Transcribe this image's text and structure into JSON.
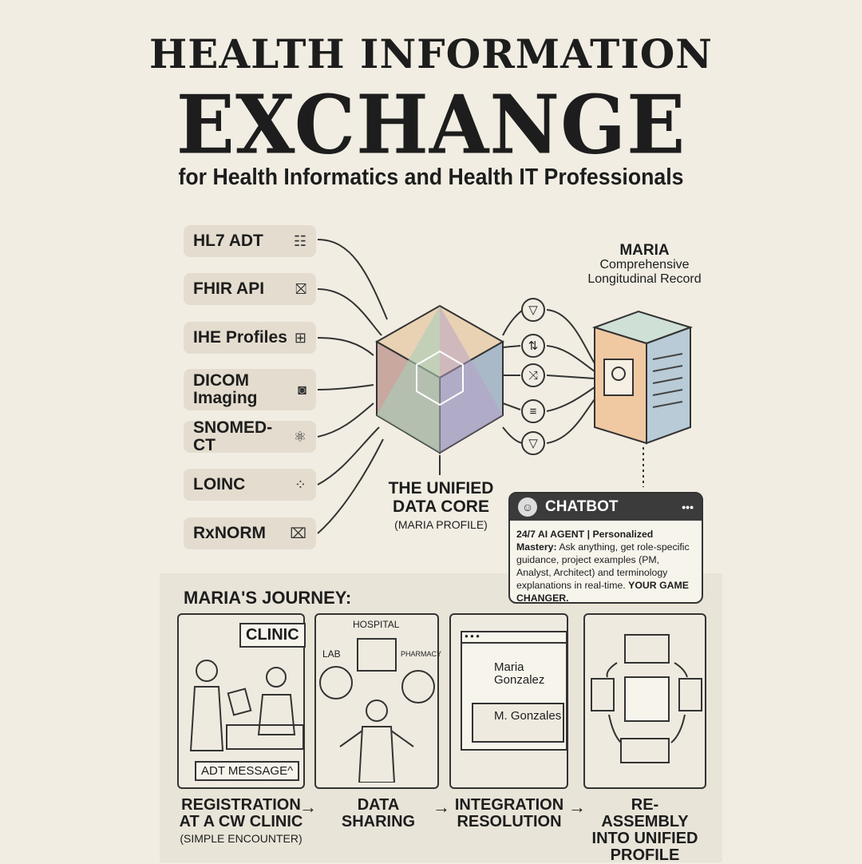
{
  "title": {
    "line1": "HEALTH INFORMATION",
    "line2": "EXCHANGE",
    "subtitle": "for Health Informatics and Health IT Professionals"
  },
  "sources": [
    {
      "label": "HL7 ADT",
      "icon": "list-nodes-icon"
    },
    {
      "label": "FHIR API",
      "icon": "network-icon"
    },
    {
      "label": "IHE Profiles",
      "icon": "hierarchy-icon"
    },
    {
      "label": "DICOM Imaging",
      "icon": "camera-icon"
    },
    {
      "label": "SNOMED-CT",
      "icon": "atom-icon"
    },
    {
      "label": "LOINC",
      "icon": "molecule-icon"
    },
    {
      "label": "RxNORM",
      "icon": "pill-icon"
    }
  ],
  "core": {
    "line1": "THE UNIFIED",
    "line2": "DATA CORE",
    "line3": "(MARIA PROFILE)"
  },
  "processors": [
    "filter-icon",
    "swap-icon",
    "shuffle-icon",
    "sort-icon",
    "filter-icon"
  ],
  "record": {
    "name": "MARIA",
    "line1": "Comprehensive",
    "line2": "Longitudinal Record"
  },
  "chatbot": {
    "title": "CHATBOT",
    "menu": "•••",
    "bold": "24/7 AI AGENT | Personalized Mastery:",
    "body": "Ask anything, get role-specific guidance, project examples (PM, Analyst, Architect) and terminology explanations in real-time.",
    "bold2": "YOUR GAME CHANGER."
  },
  "journey": {
    "title": "MARIA'S JOURNEY:",
    "panels": [
      {
        "labels": [
          "CLINIC",
          "ADT MESSAGE^"
        ]
      },
      {
        "labels": [
          "HOSPITAL",
          "LAB",
          "PHARMACY"
        ]
      },
      {
        "labels": [
          "Maria Gonzalez",
          "M. Gonzales"
        ]
      },
      {
        "labels": []
      }
    ],
    "steps": [
      {
        "l1": "REGISTRATION",
        "l2": "AT A CW CLINIC",
        "l3": "(SIMPLE ENCOUNTER)"
      },
      {
        "l1": "DATA",
        "l2": "SHARING"
      },
      {
        "l1": "INTEGRATION",
        "l2": "RESOLUTION"
      },
      {
        "l1": "RE-ASSEMBLY",
        "l2": "INTO UNIFIED",
        "l3": "PROFILE"
      }
    ],
    "arrow": "→"
  },
  "colors": {
    "background": "#f1ede3",
    "ink": "#1d1d1d",
    "pill": "#e4ddcf",
    "chat_header": "#3b3b3b"
  }
}
